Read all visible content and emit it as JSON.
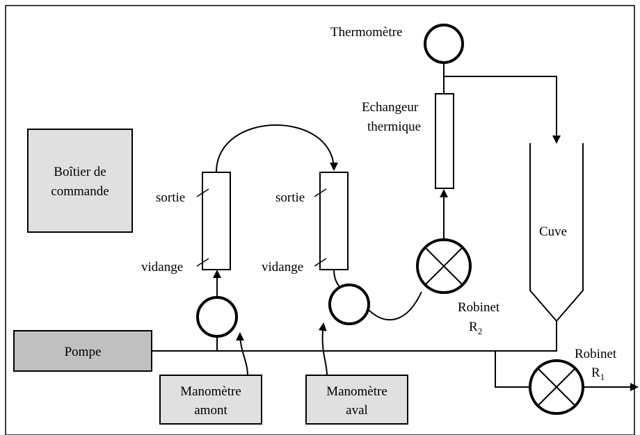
{
  "diagram": {
    "thermometre": "Thermomètre",
    "echangeur_line1": "Echangeur",
    "echangeur_line2": "thermique",
    "boitier_line1": "Boîtier de",
    "boitier_line2": "commande",
    "sortie_left": "sortie",
    "vidange_left": "vidange",
    "sortie_right": "sortie",
    "vidange_right": "vidange",
    "cuve": "Cuve",
    "robinet_r2_line1": "Robinet",
    "robinet_r2_letter": "R",
    "robinet_r2_sub": "2",
    "robinet_r1_line1": "Robinet",
    "robinet_r1_letter": "R",
    "robinet_r1_sub": "1",
    "pompe": "Pompe",
    "manometre_amont_line1": "Manomètre",
    "manometre_amont_line2": "amont",
    "manometre_aval_line1": "Manomètre",
    "manometre_aval_line2": "aval"
  },
  "colors": {
    "box_light": "#e0e0e0",
    "box_pump": "#c0c0c0",
    "stroke": "#000000"
  }
}
